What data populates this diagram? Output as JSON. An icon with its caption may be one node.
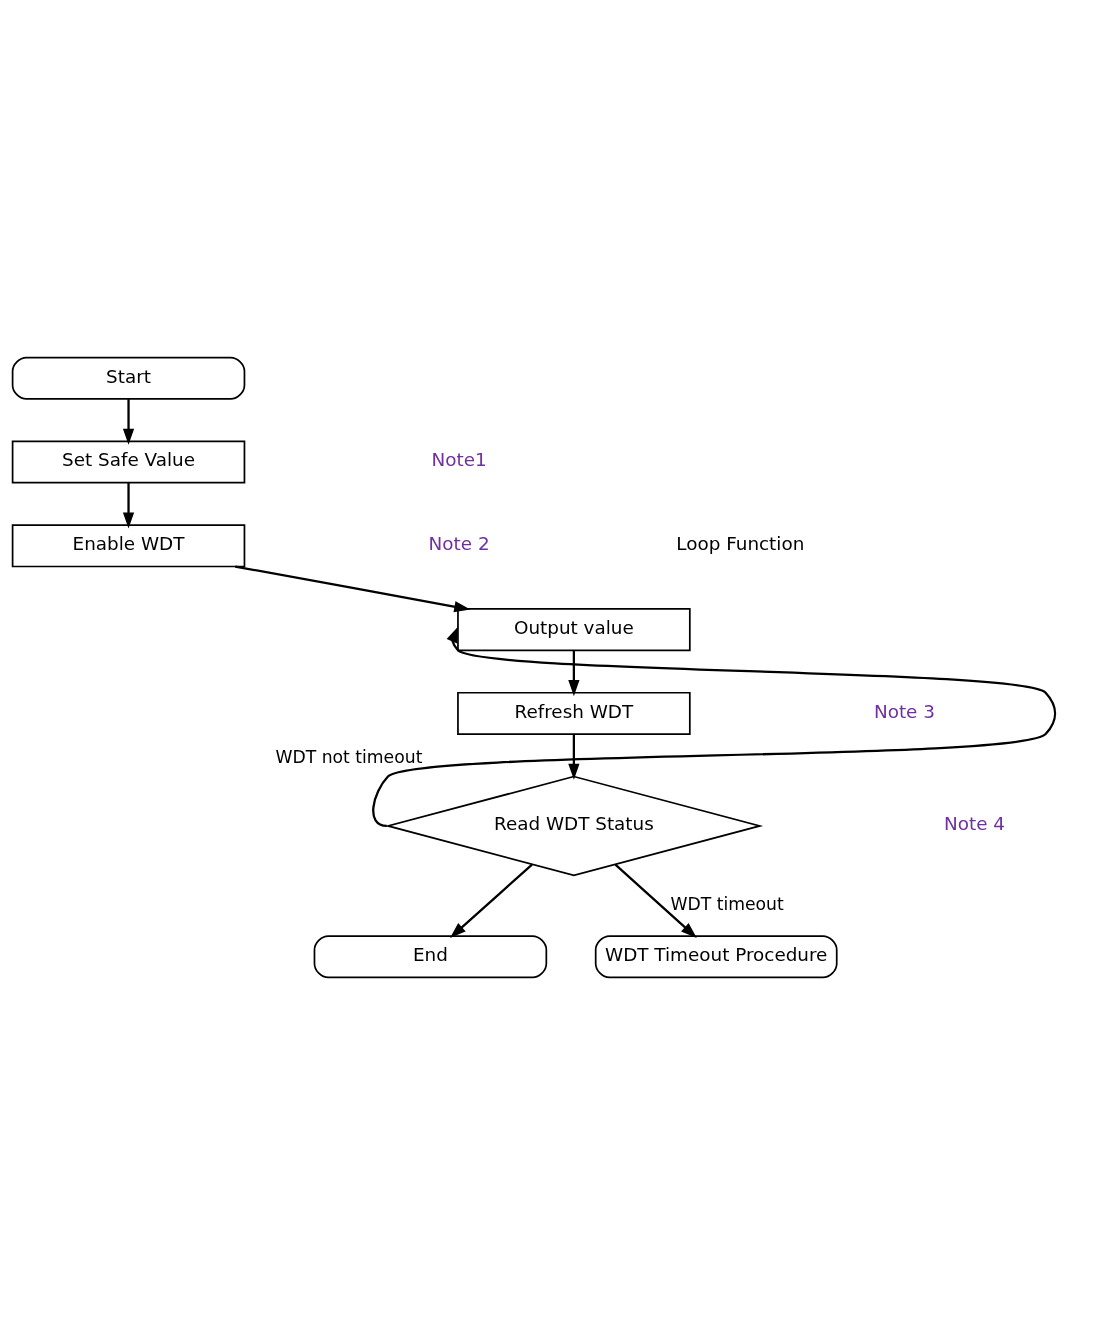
{
  "diagram": {
    "nodes": [
      {
        "text": [
          "Start"
        ]
      },
      {
        "text": [
          "Set Safe Value"
        ]
      },
      {
        "text": [
          "Enable WDT"
        ]
      },
      {
        "text": [
          "Output value"
        ]
      },
      {
        "text": [
          "Refresh WDT"
        ]
      },
      {
        "text": [
          "Read WDT Status"
        ]
      },
      {
        "text": [
          "End"
        ]
      },
      {
        "text": [
          "WDT Timeout Procedure"
        ]
      }
    ],
    "edges": [
      {
        "from": 0,
        "to": 1,
        "arrow": "to"
      },
      {
        "from": 1,
        "to": 2,
        "arrow": "to"
      },
      {
        "from": 2,
        "to": 3,
        "arrow": "to"
      },
      {
        "from": 3,
        "to": 4,
        "arrow": "to"
      },
      {
        "from": 4,
        "to": 5,
        "arrow": "to"
      },
      {
        "from": 5,
        "to": 6,
        "arrow": "to"
      },
      {
        "from": 5,
        "to": 3,
        "arrow": "to",
        "label": "WDT not timeout"
      },
      {
        "from": 5,
        "to": 7,
        "arrow": "to",
        "label": "WDT timeout"
      }
    ],
    "labels": [
      "Loop Function",
      "Note1",
      "Note 2",
      "Note 3",
      "Note 4"
    ]
  }
}
